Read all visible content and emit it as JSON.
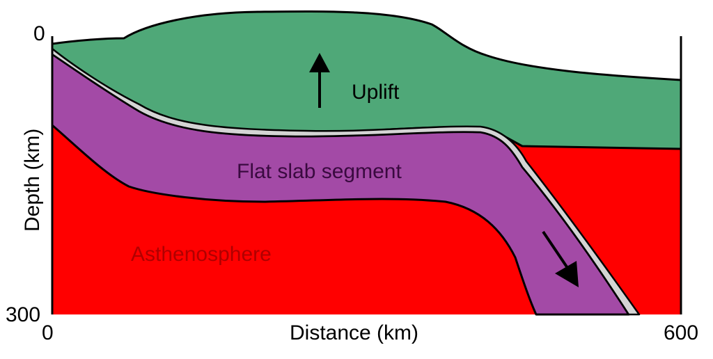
{
  "axes": {
    "y_label": "Depth (km)",
    "y_top_tick": "0",
    "y_bottom_tick": "300",
    "x_label": "Distance (km)",
    "x_left_tick": "0",
    "x_right_tick": "600"
  },
  "labels": {
    "uplift": "Uplift",
    "flat_slab": "Flat slab segment",
    "asthenosphere": "Asthenosphere"
  },
  "colors": {
    "overriding_plate": "#4fa878",
    "slab": "#a34aa6",
    "asthenosphere": "#ff0000",
    "slab_top_layer": "#d4d4d4",
    "outline": "#000000",
    "asthenosphere_label": "#b00000",
    "slab_label": "#3a0a40"
  },
  "icons": {
    "uplift_arrow": "arrow-up-icon",
    "subduction_arrow": "arrow-down-right-icon"
  }
}
